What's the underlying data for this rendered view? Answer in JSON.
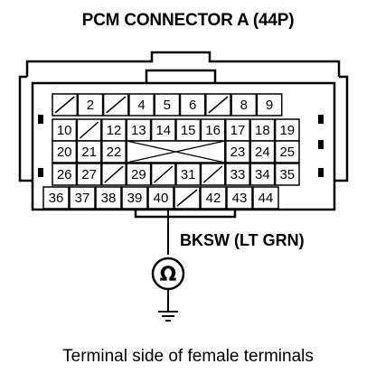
{
  "title": "PCM CONNECTOR A (44P)",
  "caption": "Terminal side of female terminals",
  "signal": "BKSW (LT GRN)",
  "measured_pin": "40",
  "meter_symbol": "Ω",
  "rows": [
    [
      "",
      "2",
      "",
      "4",
      "5",
      "6",
      "",
      "8",
      "9"
    ],
    [
      "10",
      "",
      "12",
      "13",
      "14",
      "15",
      "16",
      "17",
      "18",
      "19"
    ],
    [
      "20",
      "21",
      "22",
      "",
      "23",
      "24",
      "25"
    ],
    [
      "26",
      "27",
      "",
      "29",
      "",
      "31",
      "",
      "33",
      "34",
      "35"
    ],
    [
      "36",
      "37",
      "38",
      "39",
      "40",
      "",
      "42",
      "43",
      "44"
    ]
  ]
}
